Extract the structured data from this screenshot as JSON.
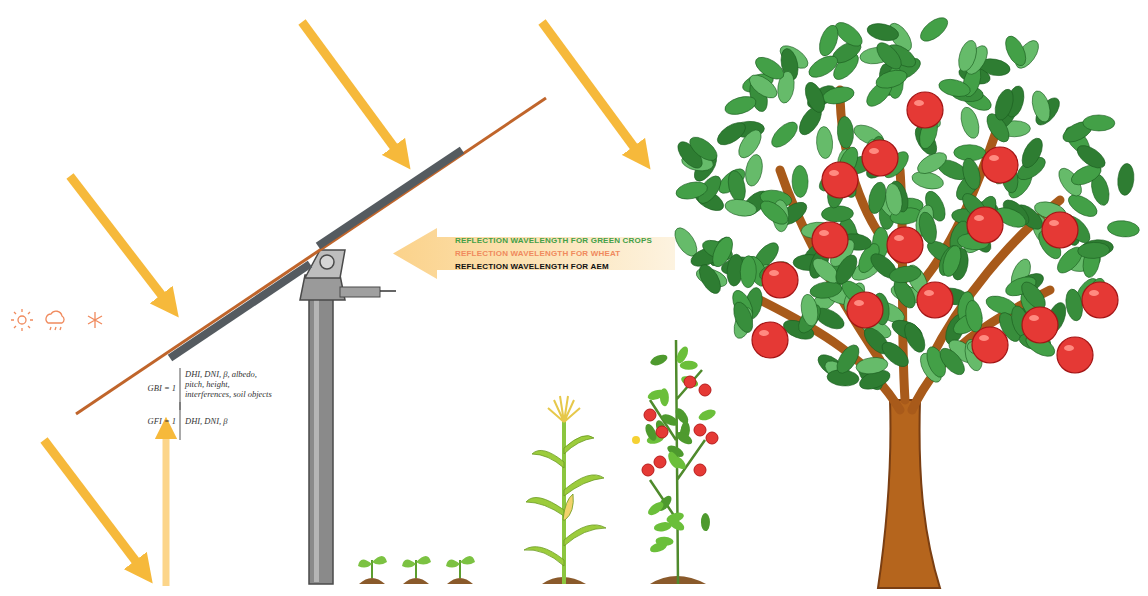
{
  "diagram": {
    "nodes": [
      {
        "text": [
          "REFLECTION WAVELENGTH FOR GREEN CROPS",
          "REFLECTION WAVELENGTH FOR WHEAT",
          "REFLECTION WAVELENGTH FOR AEM"
        ]
      }
    ],
    "labels": [
      "GFI = 1",
      "DHI, DNI, β",
      "GBI = 1",
      "DHI, DNI, β, albedo, pitch, height, interferences, soil objects"
    ]
  }
}
